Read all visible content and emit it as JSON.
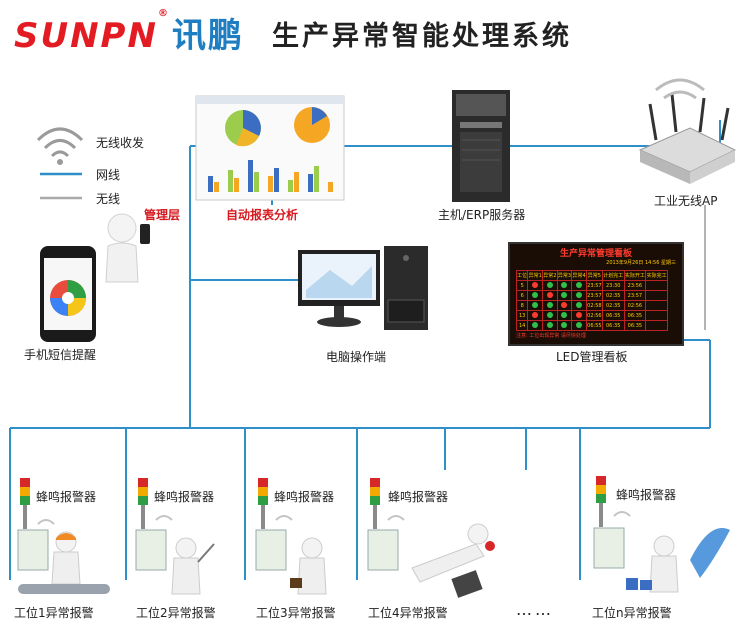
{
  "header": {
    "brand_latin": "SUNPN",
    "brand_reg": "®",
    "brand_cn": "讯鹏",
    "title": "生产异常智能处理系统"
  },
  "legend": {
    "wireless": "无线收发",
    "wired_net": "网线",
    "wireless_line": "无线"
  },
  "colors": {
    "net_line": "#2e8fc9",
    "wireless_line": "#a9a9a9",
    "brand_red": "#e31b23",
    "brand_blue": "#1f7ec2",
    "label_red": "#d71920"
  },
  "nodes": {
    "report": "自动报表分析",
    "server": "主机/ERP服务器",
    "ap": "工业无线AP",
    "manager": "管理层",
    "phone": "手机短信提醒",
    "pc": "电脑操作端",
    "led": "LED管理看板"
  },
  "led_board": {
    "title": "生产异常管理看板",
    "date": "2013年9月26日  14:56 星期三",
    "headers": [
      "工位",
      "异常1",
      "异常2",
      "异常3",
      "异常4",
      "异常5",
      "开始时间",
      "计划完工",
      "实际开工",
      "实际完工"
    ],
    "rows": [
      [
        "5",
        "23:57",
        "23:30",
        "23:56"
      ],
      [
        "6",
        "23:57",
        "02:35",
        "23:57"
      ],
      [
        "8",
        "02:58",
        "02:35",
        "02:56"
      ],
      [
        "13",
        "02:56",
        "06:35",
        "06:35"
      ],
      [
        "14",
        "06:55",
        "06:35",
        "06:35"
      ]
    ],
    "footer": "注意: 工位出现异常 请尽快处理"
  },
  "stations": [
    {
      "alarm": "蜂鸣报警器",
      "label": "工位1异常报警"
    },
    {
      "alarm": "蜂鸣报警器",
      "label": "工位2异常报警"
    },
    {
      "alarm": "蜂鸣报警器",
      "label": "工位3异常报警"
    },
    {
      "alarm": "蜂鸣报警器",
      "label": "工位4异常报警"
    },
    {
      "alarm": "蜂鸣报警器",
      "label": "工位n异常报警"
    }
  ],
  "ellipsis": "……"
}
